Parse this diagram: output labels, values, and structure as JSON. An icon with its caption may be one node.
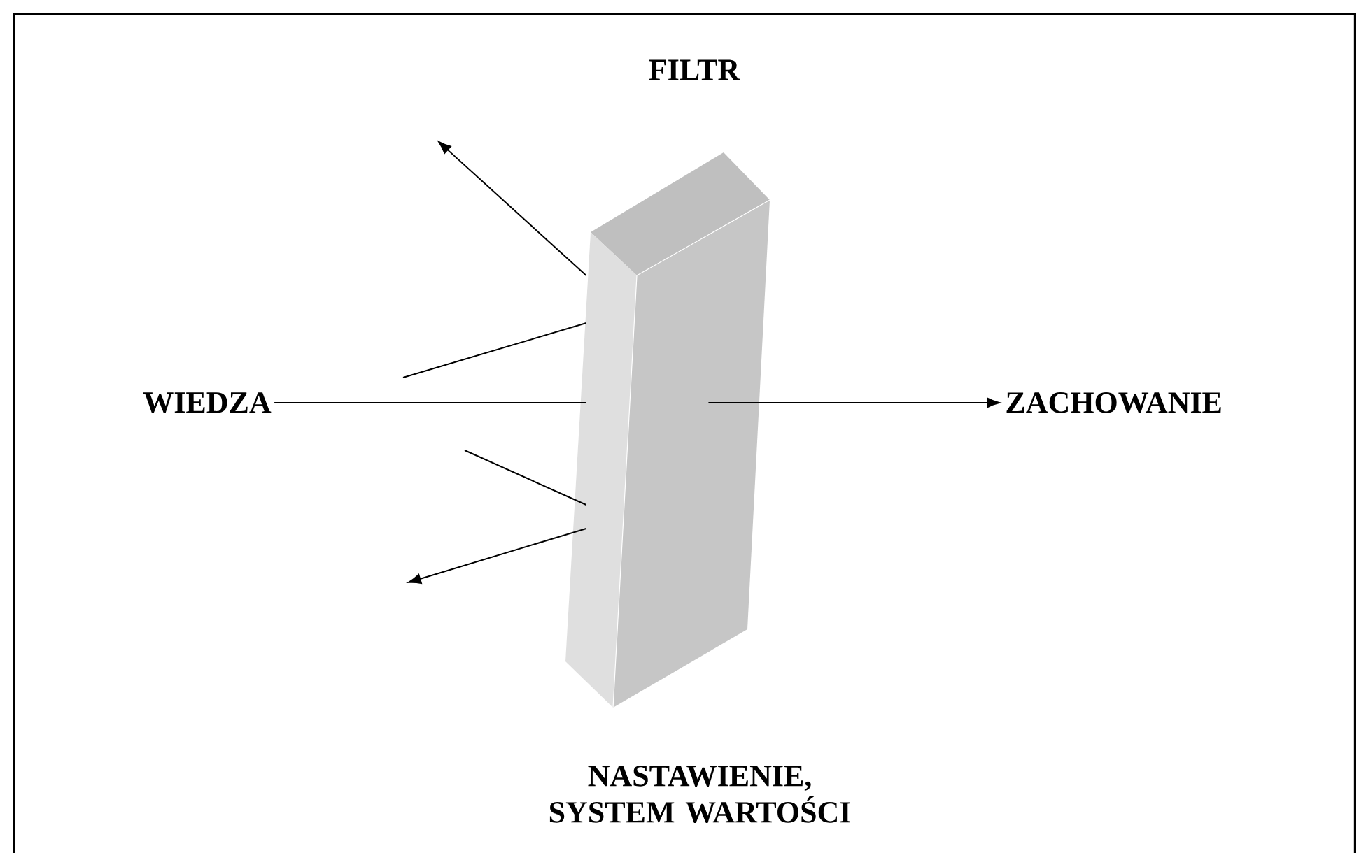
{
  "diagram": {
    "nodes": [
      {
        "text": [
          "WIEDZA"
        ]
      },
      {
        "text": [
          "FILTR",
          "NASTAWIENIE, SYSTEM WARTOŚCI"
        ]
      },
      {
        "text": [
          "ZACHOWANIE"
        ]
      }
    ],
    "edges": [
      {
        "from": 0,
        "to": 1,
        "arrow": "none"
      },
      {
        "from": 1,
        "to": 2,
        "arrow": "to"
      },
      {
        "from": 1,
        "to": null,
        "arrow": "to"
      },
      {
        "from": null,
        "to": 1,
        "arrow": "none"
      },
      {
        "from": null,
        "to": 1,
        "arrow": "none"
      },
      {
        "from": 1,
        "to": null,
        "arrow": "to"
      }
    ]
  }
}
